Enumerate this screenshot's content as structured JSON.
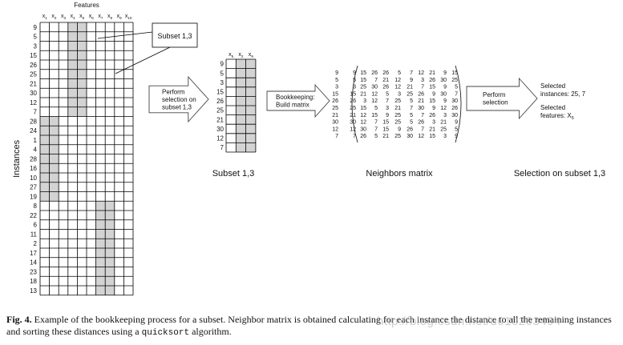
{
  "features_title": "Features",
  "feature_headers": [
    "x1",
    "x2",
    "x3",
    "x4",
    "x5",
    "x6",
    "x7",
    "x8",
    "x9",
    "x10"
  ],
  "instances_label": "Instances",
  "instances": [
    "9",
    "5",
    "3",
    "15",
    "26",
    "25",
    "21",
    "30",
    "12",
    "7",
    "28",
    "24",
    "1",
    "4",
    "28",
    "16",
    "10",
    "27",
    "19",
    "8",
    "22",
    "6",
    "11",
    "2",
    "17",
    "14",
    "23",
    "18",
    "13"
  ],
  "subsets": [
    {
      "rows": [
        0,
        9
      ],
      "cols": [
        3,
        4
      ]
    },
    {
      "rows": [
        10,
        18
      ],
      "cols": [
        0,
        1
      ]
    },
    {
      "rows": [
        19,
        28
      ],
      "cols": [
        6,
        7
      ]
    }
  ],
  "callout_label": "Subset 1,3",
  "arrow1_lines": [
    "Perform",
    "selection on",
    "subset 1,3"
  ],
  "subset_headers": [
    "x5",
    "x2",
    "x9"
  ],
  "subset_rows": [
    "9",
    "5",
    "3",
    "15",
    "26",
    "25",
    "21",
    "30",
    "12",
    "7"
  ],
  "subset_caption": "Subset 1,3",
  "arrow2_lines": [
    "Bookkeeping:",
    "Build matrix"
  ],
  "neighbors_matrix": [
    [
      "9",
      "9",
      "15",
      "26",
      "26",
      "5",
      "7",
      "12",
      "21",
      "9",
      "15"
    ],
    [
      "5",
      "5",
      "15",
      "7",
      "21",
      "12",
      "9",
      "3",
      "26",
      "30",
      "25"
    ],
    [
      "3",
      "3",
      "25",
      "30",
      "26",
      "12",
      "21",
      "7",
      "15",
      "9",
      "5"
    ],
    [
      "15",
      "15",
      "21",
      "12",
      "5",
      "3",
      "25",
      "26",
      "9",
      "30",
      "7"
    ],
    [
      "26",
      "26",
      "3",
      "12",
      "7",
      "25",
      "5",
      "21",
      "15",
      "9",
      "30"
    ],
    [
      "25",
      "25",
      "15",
      "5",
      "3",
      "21",
      "7",
      "30",
      "9",
      "12",
      "26"
    ],
    [
      "21",
      "21",
      "12",
      "15",
      "9",
      "25",
      "5",
      "7",
      "26",
      "3",
      "30"
    ],
    [
      "30",
      "30",
      "12",
      "7",
      "15",
      "25",
      "5",
      "26",
      "3",
      "21",
      "9"
    ],
    [
      "12",
      "12",
      "30",
      "7",
      "15",
      "9",
      "26",
      "7",
      "21",
      "25",
      "5"
    ],
    [
      "7",
      "7",
      "26",
      "5",
      "21",
      "25",
      "30",
      "12",
      "15",
      "3",
      "9"
    ]
  ],
  "neighbors_caption": "Neighbors matrix",
  "arrow3_lines": [
    "Perform",
    "selection"
  ],
  "result_instances_lines": [
    "Selected",
    "instances: 25, 7"
  ],
  "result_features_lines": [
    "Selected",
    "features: X5"
  ],
  "selection_caption": "Selection on subset 1,3",
  "caption_fig": "Fig. 4.",
  "caption_text": "Example of the bookkeeping process for a subset. Neighbor matrix is obtained calculating for each instance the distance to all the remaining instances and sorting these distances using a",
  "caption_code": "quicksort",
  "caption_end": "algorithm.",
  "watermark": "http://blog.csdn.net/u010203404",
  "colors": {
    "shade": "#d3d3d3",
    "line": "#000000",
    "arrow_fill": "#ffffff"
  }
}
